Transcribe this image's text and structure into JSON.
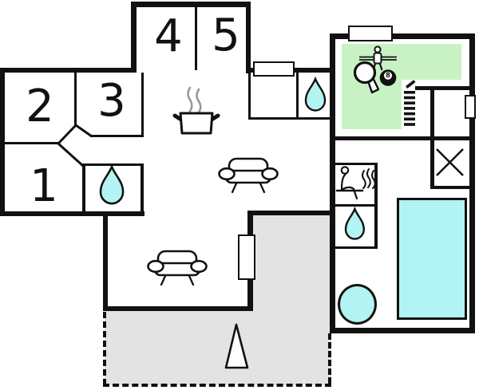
{
  "rooms": [
    {
      "label": "1"
    },
    {
      "label": "2"
    },
    {
      "label": "3"
    },
    {
      "label": "4"
    },
    {
      "label": "5"
    }
  ],
  "billiard_ball_text": "8",
  "colors": {
    "wall": "#111111",
    "water": "#b2f3f3",
    "game": "#c9f2c4",
    "terrace": "#e3e3e3",
    "steam": "#999999"
  },
  "icons": [
    "water-drop",
    "cooking-pot",
    "sofa",
    "sauna",
    "stairs",
    "table-tennis-paddle",
    "billiard-8-ball",
    "foosball-player",
    "closet-x",
    "swimming-pool",
    "hot-tub",
    "tree",
    "window",
    "door"
  ]
}
